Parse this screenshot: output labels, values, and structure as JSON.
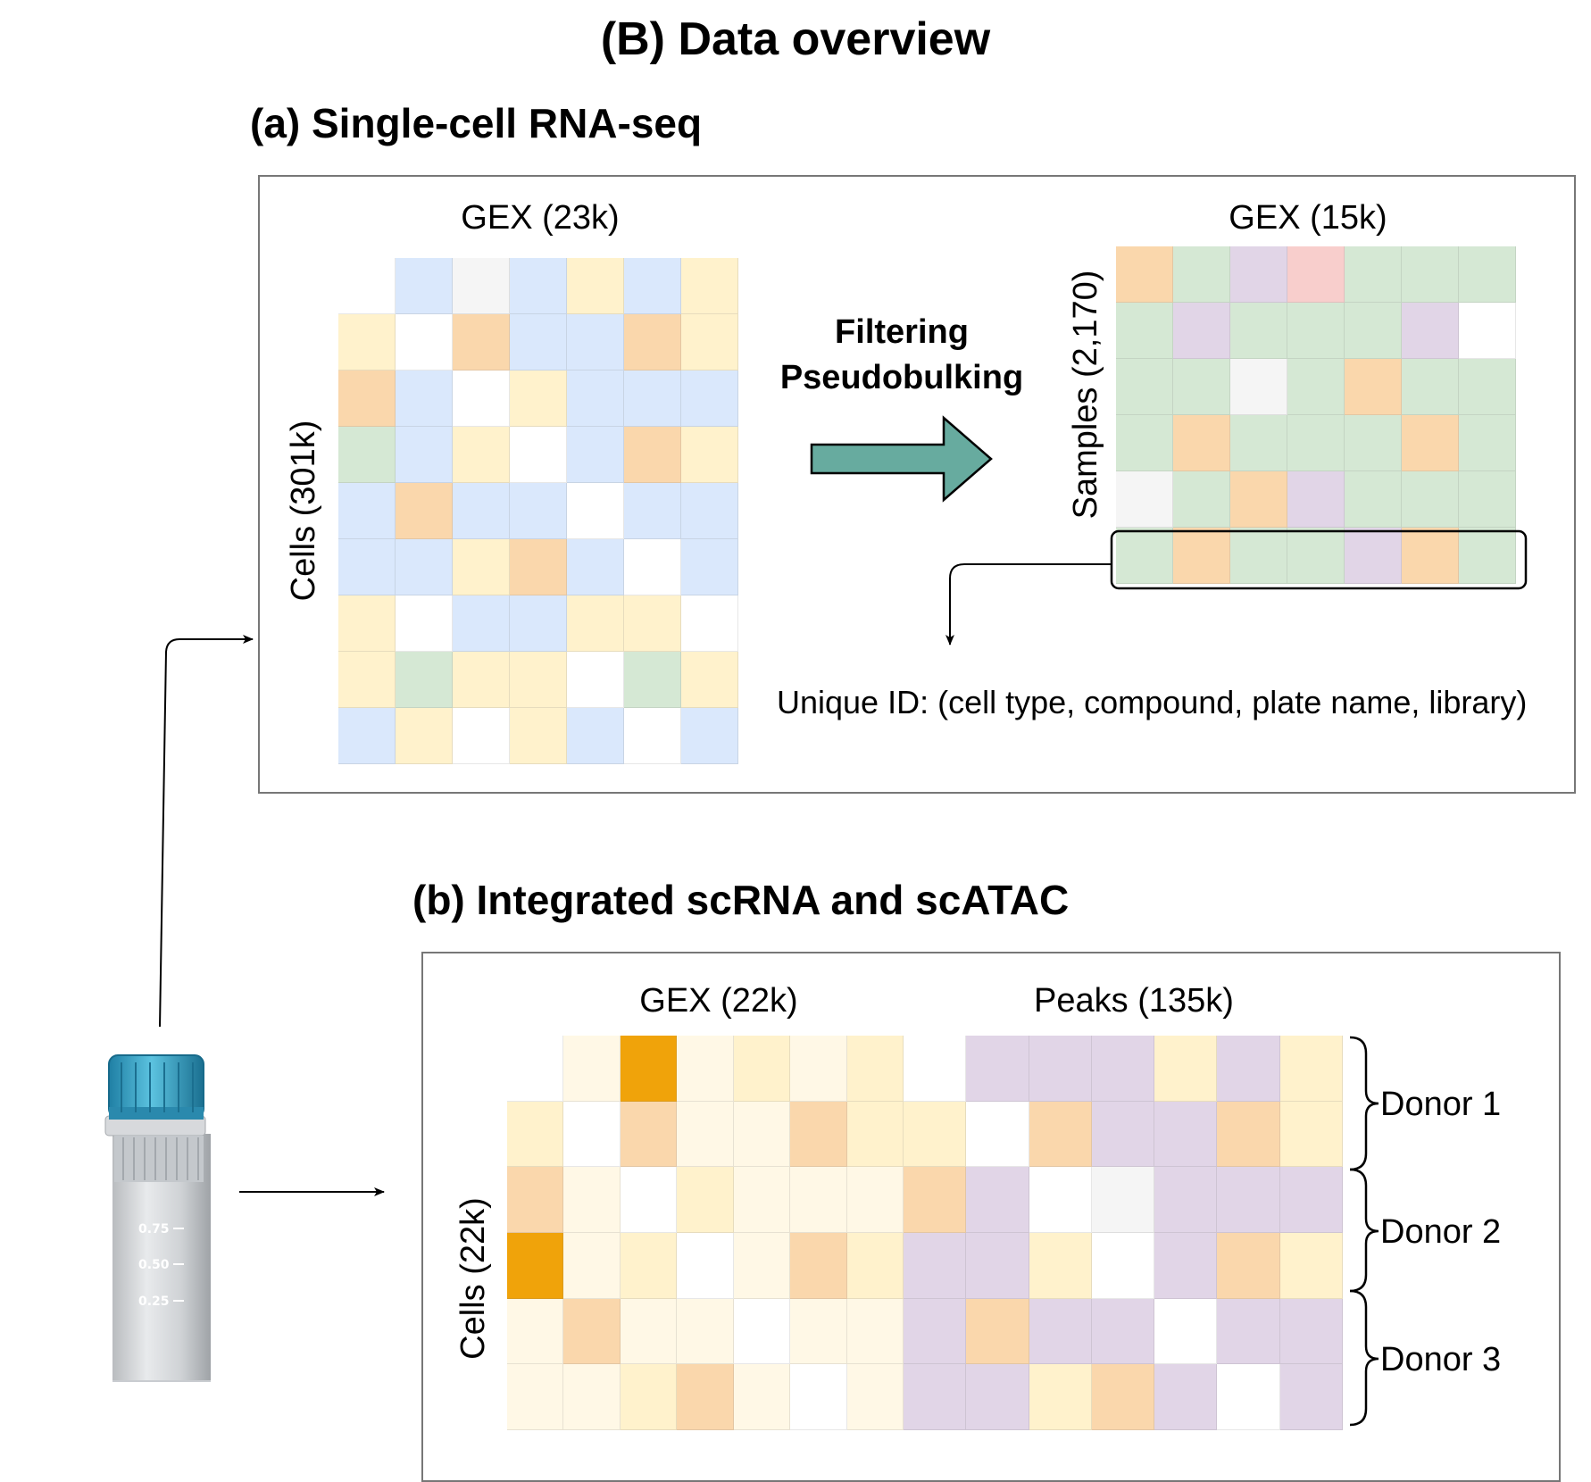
{
  "title": "(B) Data overview",
  "section_a": {
    "title": "(a) Single-cell RNA-seq",
    "left_matrix": {
      "col_label": "GEX (23k)",
      "row_label": "Cells (301k)",
      "cells": [
        [
          "W",
          "B",
          "G",
          "B",
          "Y",
          "B",
          "Y"
        ],
        [
          "Y",
          "W",
          "O",
          "B",
          "B",
          "O",
          "Y"
        ],
        [
          "O",
          "B",
          "W",
          "Y",
          "B",
          "B",
          "B"
        ],
        [
          "N",
          "B",
          "Y",
          "W",
          "B",
          "O",
          "Y"
        ],
        [
          "B",
          "O",
          "B",
          "B",
          "W",
          "B",
          "B"
        ],
        [
          "B",
          "B",
          "Y",
          "O",
          "B",
          "W",
          "B"
        ],
        [
          "Y",
          "W",
          "B",
          "B",
          "Y",
          "Y",
          "W"
        ],
        [
          "Y",
          "N",
          "Y",
          "Y",
          "W",
          "N",
          "Y"
        ],
        [
          "B",
          "Y",
          "W",
          "Y",
          "B",
          "W",
          "B"
        ]
      ]
    },
    "step_lines": [
      "Filtering",
      "Pseudobulking"
    ],
    "right_matrix": {
      "col_label": "GEX (15k)",
      "row_label": "Samples (2,170)",
      "cells": [
        [
          "O",
          "N",
          "P",
          "R",
          "N",
          "N",
          "N"
        ],
        [
          "N",
          "P",
          "N",
          "N",
          "N",
          "P",
          "W"
        ],
        [
          "N",
          "N",
          "G",
          "N",
          "O",
          "N",
          "N"
        ],
        [
          "N",
          "O",
          "N",
          "N",
          "N",
          "O",
          "N"
        ],
        [
          "G",
          "N",
          "O",
          "P",
          "N",
          "N",
          "N"
        ],
        [
          "N",
          "O",
          "N",
          "N",
          "P",
          "O",
          "N"
        ]
      ]
    },
    "note": "Unique ID: (cell type, compound, plate name, library)"
  },
  "section_b": {
    "title": "(b) Integrated scRNA and scATAC",
    "gex_label": "GEX (22k)",
    "peaks_label": "Peaks (135k)",
    "row_label": "Cells (22k)",
    "gex_cells": [
      [
        "W",
        "L",
        "D",
        "L",
        "Y",
        "L",
        "Y"
      ],
      [
        "Y",
        "W",
        "O",
        "L",
        "L",
        "O",
        "Y"
      ],
      [
        "O",
        "L",
        "W",
        "Y",
        "L",
        "L",
        "L"
      ],
      [
        "D",
        "L",
        "Y",
        "W",
        "L",
        "O",
        "Y"
      ],
      [
        "L",
        "O",
        "L",
        "L",
        "W",
        "L",
        "L"
      ],
      [
        "L",
        "L",
        "Y",
        "O",
        "L",
        "W",
        "L"
      ]
    ],
    "peaks_cells": [
      [
        "W",
        "P",
        "P",
        "P",
        "Y",
        "P",
        "Y"
      ],
      [
        "Y",
        "W",
        "O",
        "P",
        "P",
        "O",
        "Y"
      ],
      [
        "O",
        "P",
        "W",
        "G",
        "P",
        "P",
        "P"
      ],
      [
        "P",
        "P",
        "Y",
        "W",
        "P",
        "O",
        "Y"
      ],
      [
        "P",
        "O",
        "P",
        "P",
        "W",
        "P",
        "P"
      ],
      [
        "P",
        "P",
        "Y",
        "O",
        "P",
        "W",
        "P"
      ]
    ],
    "donors": [
      "Donor 1",
      "Donor 2",
      "Donor 3"
    ]
  },
  "tube": {
    "marks": [
      "0.75",
      "0.50",
      "0.25"
    ]
  },
  "palette": {
    "W": "#ffffff",
    "B": "#dae8fc",
    "G": "#f5f5f5",
    "Y": "#fff2cc",
    "O": "#fad7ac",
    "N": "#d5e8d4",
    "P": "#e1d5e7",
    "R": "#f8cecc",
    "L": "#fff8e6",
    "D": "#f0a30a"
  },
  "colors": {
    "arrow_fill": "#67ab9f",
    "border": "#777777",
    "tube_cap": "#3aa6c8"
  }
}
